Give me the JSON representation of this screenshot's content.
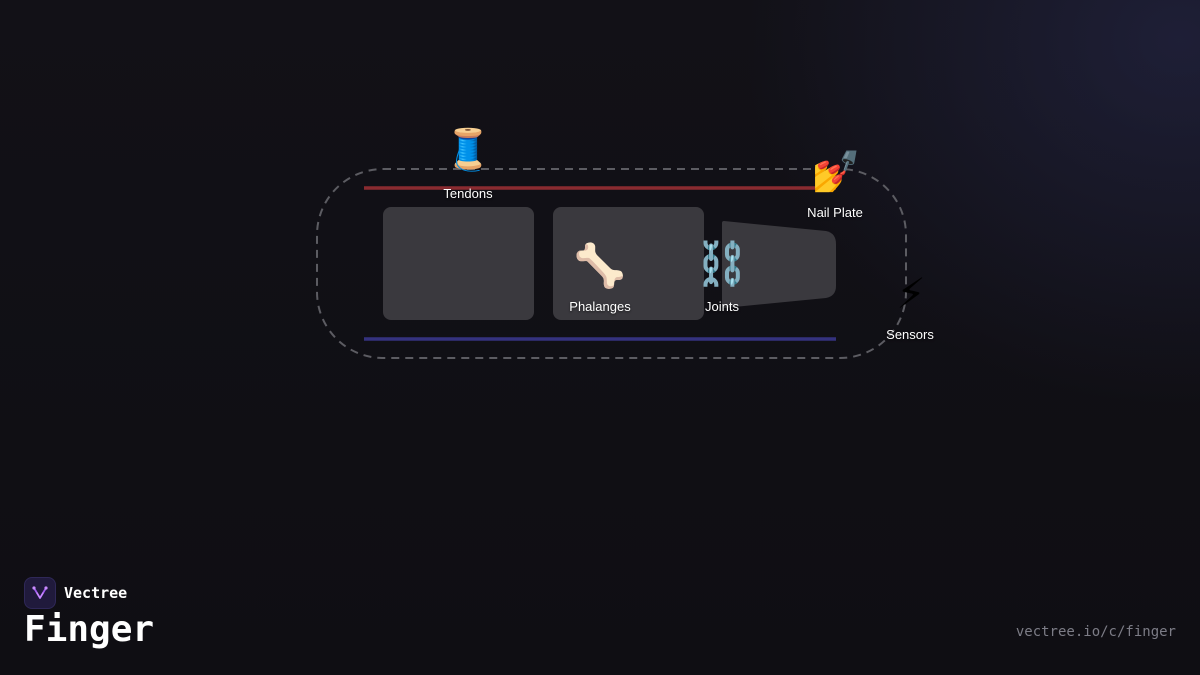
{
  "diagram": {
    "parts": [
      {
        "id": "tendons",
        "label": "Tendons",
        "icon": "spool-of-thread-icon",
        "glyph": "🧵"
      },
      {
        "id": "phalanges",
        "label": "Phalanges",
        "icon": "bone-icon",
        "glyph": "🦴"
      },
      {
        "id": "joints",
        "label": "Joints",
        "icon": "chain-icon",
        "glyph": "⛓️"
      },
      {
        "id": "nail-plate",
        "label": "Nail Plate",
        "icon": "nail-polish-icon",
        "glyph": "💅"
      },
      {
        "id": "sensors",
        "label": "Sensors",
        "icon": "lightning-icon",
        "glyph": "⚡"
      }
    ],
    "colors": {
      "tendon_line": "#8a2b30",
      "base_line": "#34327e",
      "outline": "#5c5c62",
      "segment_fill": "#3a393e"
    }
  },
  "brand": {
    "name": "Vectree",
    "logo_icon": "vectree-logo-icon"
  },
  "page": {
    "title": "Finger",
    "url": "vectree.io/c/finger"
  }
}
